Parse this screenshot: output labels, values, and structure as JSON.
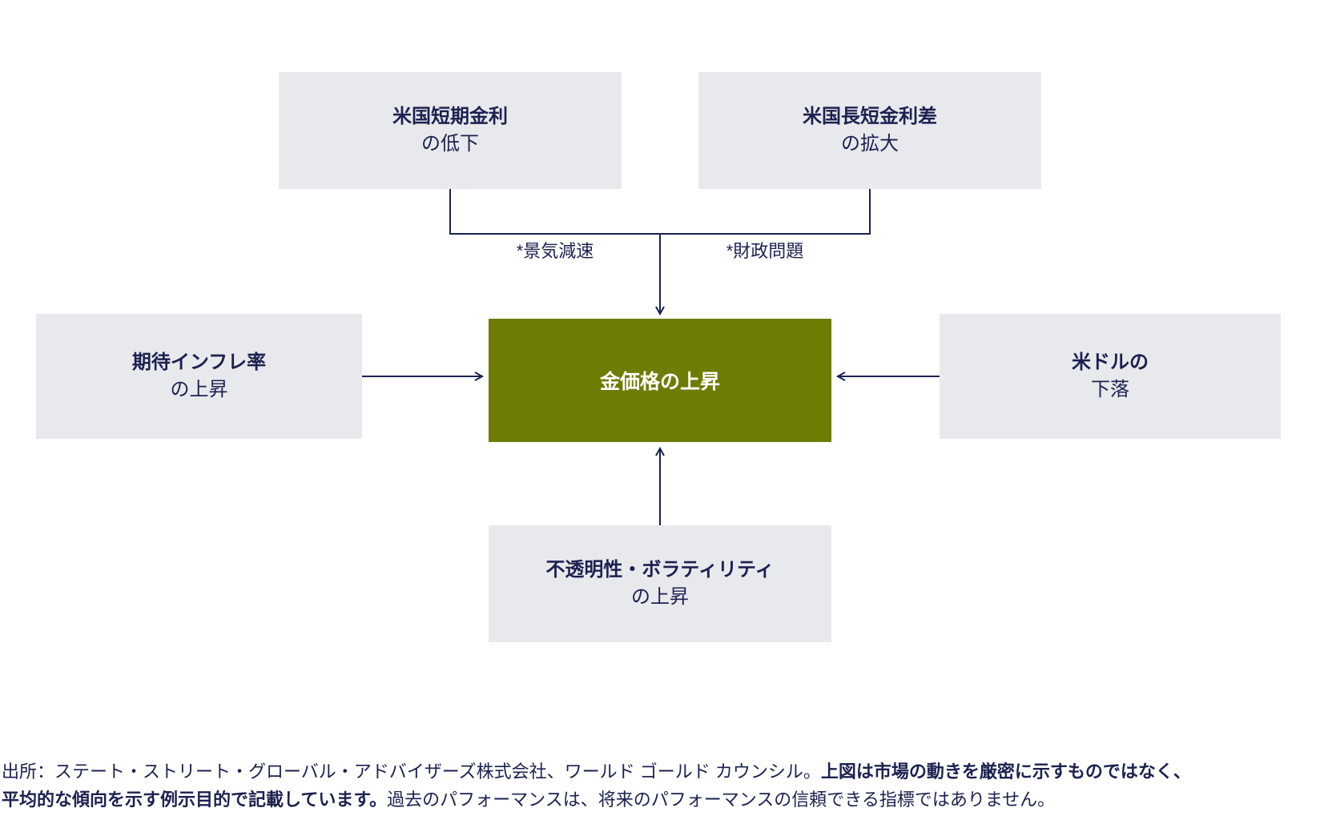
{
  "colors": {
    "navy": "#1c2150",
    "olive": "#6f7c04",
    "box_gray": "#e8e9ec"
  },
  "diagram": {
    "center_label": "金価格の上昇",
    "top_left": {
      "title": "米国短期金利",
      "subtitle": "の低下"
    },
    "top_right": {
      "title": "米国長短金利差",
      "subtitle": "の拡大"
    },
    "left": {
      "title": "期待インフレ率",
      "subtitle": "の上昇"
    },
    "right": {
      "title": "米ドルの",
      "subtitle": "下落"
    },
    "bottom": {
      "title": "不透明性・ボラティリティ",
      "subtitle": "の上昇"
    },
    "arrow_labels": {
      "left": "*景気減速",
      "right": "*財政問題"
    }
  },
  "footer": {
    "line1_regular": "出所：ステート・ストリート・グローバル・アドバイザーズ株式会社、ワールド ゴールド カウンシル。",
    "line1_bold": "上図は市場の動きを厳密に示すものではなく、",
    "line2_bold": "平均的な傾向を示す例示目的で記載しています。",
    "line2_regular": "過去のパフォーマンスは、将来のパフォーマンスの信頼できる指標ではありません。"
  }
}
